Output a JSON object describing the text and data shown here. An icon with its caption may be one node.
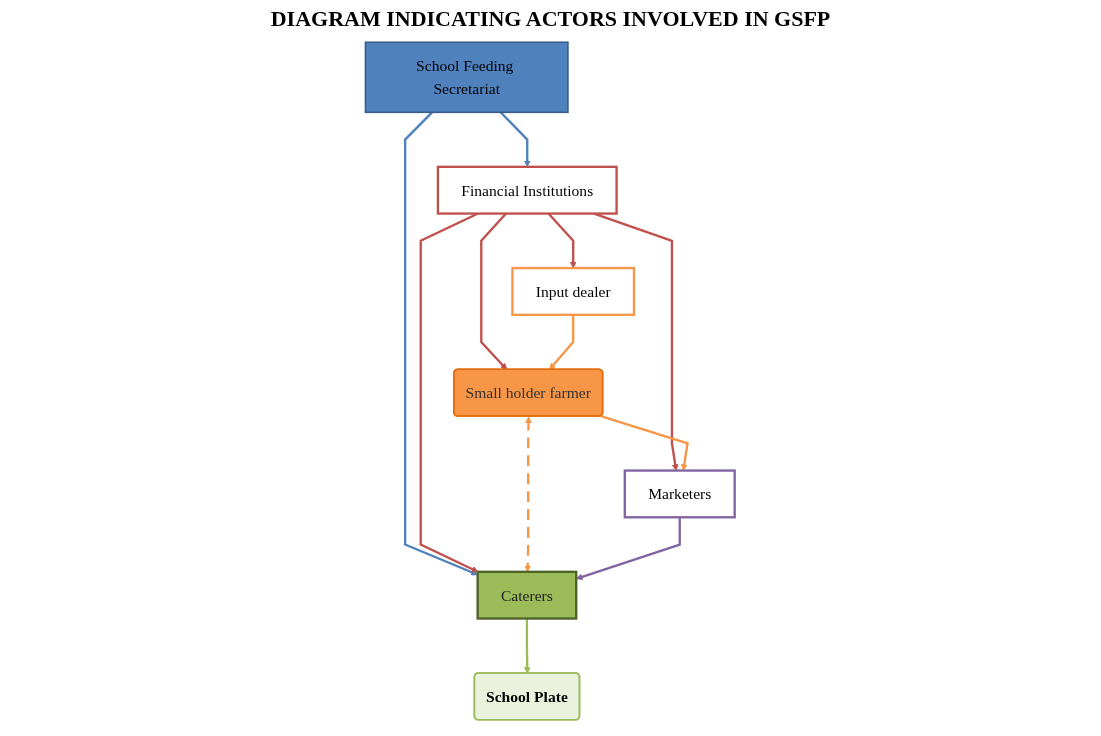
{
  "diagram": {
    "title": "DIAGRAM INDICATING ACTORS INVOLVED IN GSFP",
    "nodes": [
      {
        "text": [
          "School Feeding Secretariat"
        ]
      },
      {
        "text": [
          "Financial Institutions"
        ]
      },
      {
        "text": [
          "Input dealer"
        ]
      },
      {
        "text": [
          "Small holder farmer"
        ]
      },
      {
        "text": [
          "Marketers"
        ]
      },
      {
        "text": [
          "Caterers"
        ]
      },
      {
        "text": [
          "School Plate"
        ]
      }
    ],
    "edges": [
      {
        "from": 0,
        "to": 1,
        "arrow": "to",
        "color": "#4f81bd"
      },
      {
        "from": 0,
        "to": 5,
        "arrow": "to",
        "color": "#4f81bd"
      },
      {
        "from": 1,
        "to": 2,
        "arrow": "to"
      },
      {
        "from": 1,
        "to": 3,
        "arrow": "to"
      },
      {
        "from": 1,
        "to": 5,
        "arrow": "to"
      },
      {
        "from": 1,
        "to": 4,
        "arrow": "to"
      },
      {
        "from": 2,
        "to": 3,
        "arrow": "to",
        "color": "#f79646"
      },
      {
        "from": 3,
        "to": 4,
        "arrow": "to",
        "color": "#f79646"
      },
      {
        "from": 3,
        "to": 5,
        "arrow": "both",
        "style": "dashed",
        "color": "#f79646"
      },
      {
        "from": 4,
        "to": 5,
        "arrow": "to",
        "color": "#8064a2"
      },
      {
        "from": 5,
        "to": 6,
        "arrow": "to",
        "color": "#9bbb59"
      }
    ]
  }
}
